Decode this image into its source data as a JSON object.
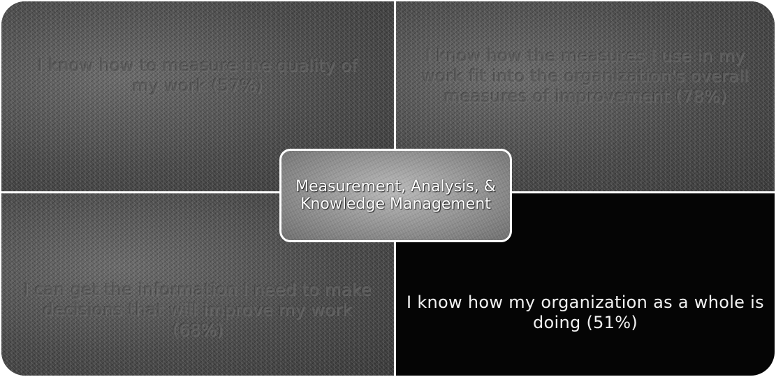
{
  "center": {
    "title": "Measurement, Analysis, & Knowledge Management"
  },
  "quadrants": {
    "top_left": "I know how to measure the quality of my work (57%)",
    "top_right": "I know how the measures I use in my work fit into the organization's overall measures of improvement (78%)",
    "bottom_left": "I can get the information I need to make decisions that will improve my work (68%)",
    "bottom_right": "I know how my organization as a whole is doing (51%)"
  },
  "colors": {
    "highlight_background": "#050505",
    "highlight_text": "#f2f2f2",
    "divider": "#ffffff"
  }
}
